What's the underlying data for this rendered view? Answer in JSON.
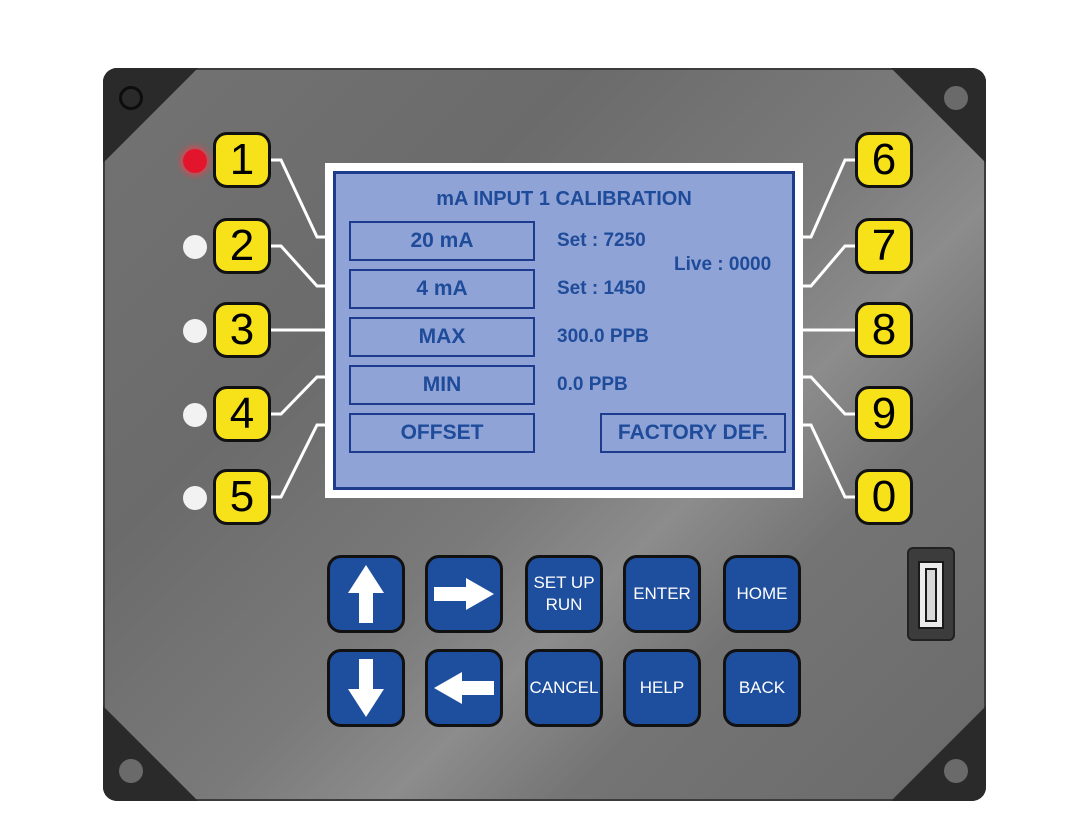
{
  "screen": {
    "title": "mA INPUT 1 CALIBRATION",
    "menu": [
      {
        "label": "20 mA",
        "value": "Set : 7250"
      },
      {
        "label": "4 mA",
        "value": "Set : 1450"
      },
      {
        "label": "MAX",
        "value": "300.0 PPB"
      },
      {
        "label": "MIN",
        "value": "0.0 PPB"
      },
      {
        "label": "OFFSET",
        "value": ""
      }
    ],
    "live": "Live : 0000",
    "factory": "FACTORY DEF."
  },
  "numkeys": {
    "left": [
      "1",
      "2",
      "3",
      "4",
      "5"
    ],
    "right": [
      "6",
      "7",
      "8",
      "9",
      "0"
    ]
  },
  "leds": [
    "on",
    "off",
    "off",
    "off",
    "off"
  ],
  "keypad": {
    "setup_run": "SET UP RUN",
    "enter": "ENTER",
    "home": "HOME",
    "cancel": "CANCEL",
    "help": "HELP",
    "back": "BACK"
  },
  "colors": {
    "accent": "#1e4e9e",
    "numkey": "#f7e21a",
    "lcd": "#8fa3d6",
    "led_on": "#e3152d"
  },
  "icons": {
    "up": "arrow-up-icon",
    "right": "arrow-right-icon",
    "down": "arrow-down-icon",
    "left": "arrow-left-icon",
    "usb": "usb-port-icon"
  }
}
